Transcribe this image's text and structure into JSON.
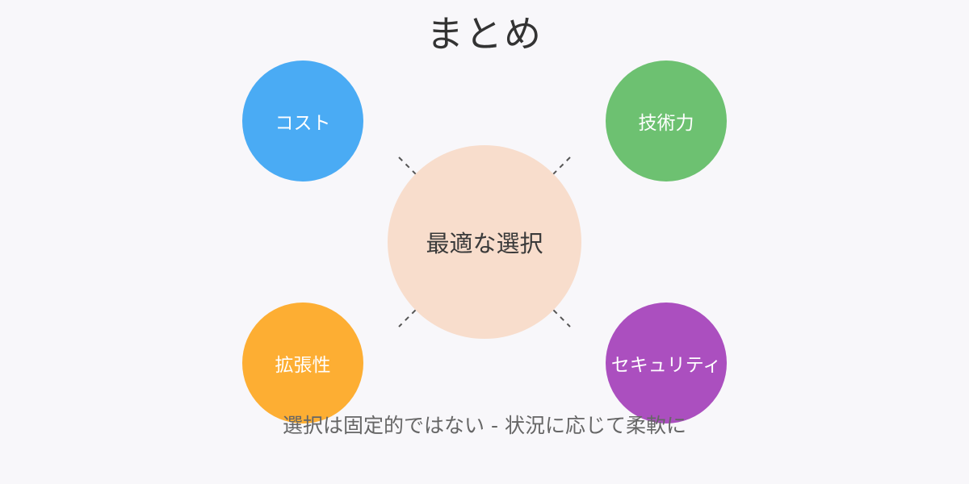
{
  "title": "まとめ",
  "center_label": "最適な選択",
  "factors": {
    "cost": "コスト",
    "tech": "技術力",
    "scale": "拡張性",
    "security": "セキュリティ"
  },
  "footer": "選択は固定的ではない - 状況に応じて柔軟に",
  "colors": {
    "background": "#f8f7fa",
    "cost": "#4aabf4",
    "tech": "#6dc171",
    "scale": "#fdae33",
    "security": "#ab4fbf",
    "center": "#f8ddcc",
    "connector": "#555555"
  }
}
